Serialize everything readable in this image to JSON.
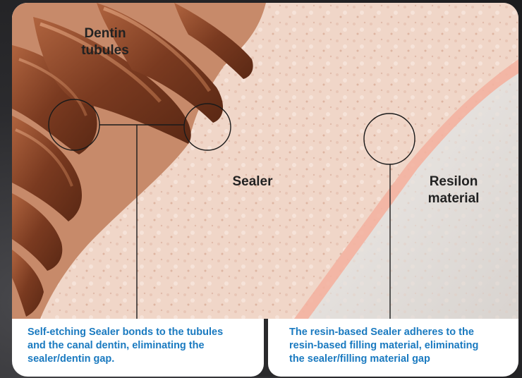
{
  "labels": {
    "dentin_tubules": "Dentin\ntubules",
    "sealer": "Sealer",
    "resilon_material": "Resilon\nmaterial"
  },
  "captions": {
    "left": "Self-etching Sealer bonds to the tubules\nand the canal dentin, eliminating the\nsealer/dentin gap.",
    "right": "The resin-based Sealer adheres to the\nresin-based filling material, eliminating\nthe sealer/filling material gap"
  },
  "colors": {
    "caption_text": "#1a7ac0",
    "sealer": "#f0d6c8",
    "dentin": "#8a4a2c",
    "resilon": "#e4e0dd",
    "frame": "#2a2a2c"
  }
}
